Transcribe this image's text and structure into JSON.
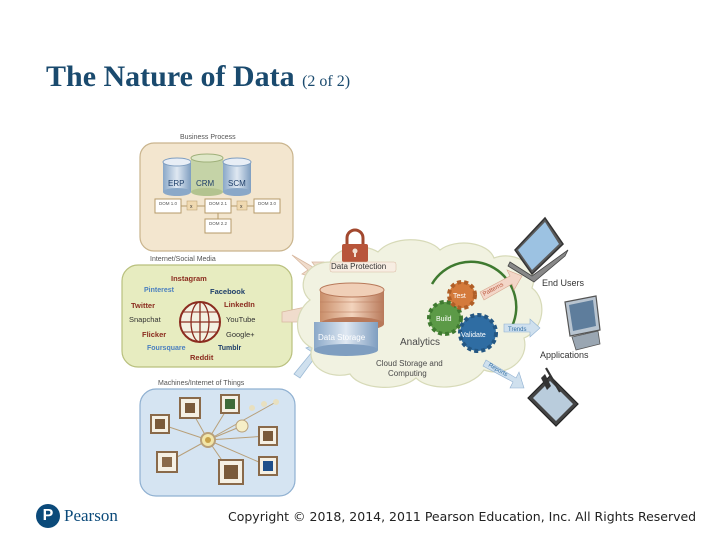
{
  "slide": {
    "title": "The Nature of Data",
    "title_suffix": "(2 of 2)",
    "copyright": "Copyright © 2018, 2014, 2011 Pearson Education, Inc. All Rights Reserved"
  },
  "logo": {
    "letter": "P",
    "word": "Pearson"
  },
  "business_process": {
    "label": "Business Process",
    "systems": [
      "ERP",
      "CRM",
      "SCM"
    ],
    "boxes": [
      "DOM 1.0",
      "DOM 2.1",
      "DOM 3.0",
      "DOM 2.2"
    ],
    "arrow_marks": [
      "x",
      "x"
    ]
  },
  "social_media": {
    "label": "Internet/Social Media",
    "items": [
      "Instagram",
      "Pinterest",
      "Facebook",
      "Twitter",
      "LinkedIn",
      "Snapchat",
      "YouTube",
      "Flicker",
      "Google+",
      "Foursquare",
      "Tumblr",
      "Reddit"
    ]
  },
  "machines": {
    "label": "Machines/Internet of Things"
  },
  "cloud": {
    "data_protection": "Data Protection",
    "data_storage": "Data Storage",
    "analytics": "Analytics",
    "cloud_label_1": "Cloud Storage and",
    "cloud_label_2": "Computing",
    "gears": [
      "Test",
      "Build",
      "Validate"
    ],
    "arrow_labels": [
      "Patterns",
      "Trends",
      "Reports"
    ]
  },
  "outputs": {
    "end_users": "End Users",
    "applications": "Applications"
  },
  "colors": {
    "title": "#1a4a6e",
    "business_panel": "#f3e6cf",
    "social_panel": "#e7ecc0",
    "machines_panel": "#d5e4f2",
    "cloud": "#f1f2e1",
    "gear_green": "#5c9a47",
    "gear_blue": "#2f6da3",
    "gear_orange": "#d47a3b"
  },
  "icons": [
    "padlock-icon",
    "laptop-icon",
    "desktop-icon",
    "tablet-icon",
    "globe-icon",
    "database-icon",
    "gear-icon"
  ]
}
